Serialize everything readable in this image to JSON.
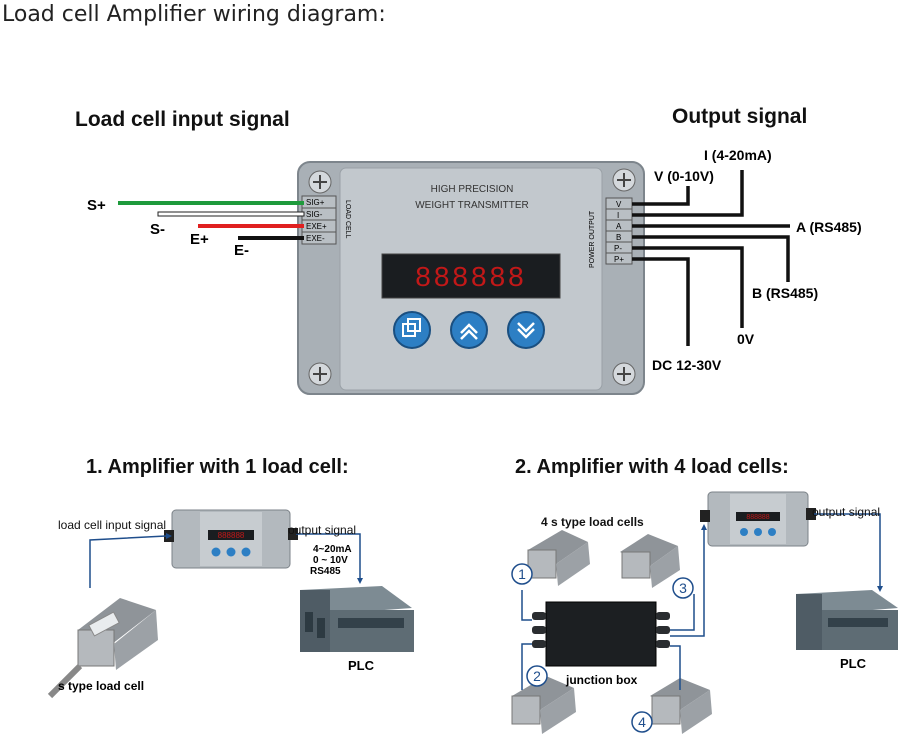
{
  "title": "Load cell Amplifier wiring diagram:",
  "top": {
    "input_heading": "Load cell input signal",
    "output_heading": "Output signal",
    "input_wires": [
      {
        "label": "S+",
        "color": "#1e9a3c"
      },
      {
        "label": "S-",
        "color": "#ffffff"
      },
      {
        "label": "E+",
        "color": "#e02020"
      },
      {
        "label": "E-",
        "color": "#111111"
      }
    ],
    "output_labels": {
      "i": "I (4-20mA)",
      "v": "V (0-10V)",
      "a": "A (RS485)",
      "b": "B (RS485)",
      "zero": "0V",
      "dc": "DC 12-30V"
    },
    "device": {
      "line1": "HIGH PRECISION",
      "line2": "WEIGHT TRANSMITTER",
      "display": "888888",
      "left_terminals": [
        "SIG+",
        "SIG-",
        "EXE+",
        "EXE-"
      ],
      "left_group": "LOAD CELL",
      "right_terminals": [
        "V",
        "I",
        "A",
        "B",
        "P-",
        "P+"
      ],
      "right_group": "POWER OUTPUT"
    },
    "colors": {
      "housing": "#a9b0b6",
      "panel": "#c2c8cd",
      "button": "#2d7fc4",
      "display": "#c21818"
    }
  },
  "section1": {
    "heading": "1.  Amplifier with 1 load cell:",
    "input_label": "load cell input signal",
    "output_label": "output signal",
    "signals": [
      "4~20mA",
      "0 ~ 10V",
      "RS485"
    ],
    "plc": "PLC",
    "loadcell": "s type load cell"
  },
  "section2": {
    "heading": "2. Amplifier  with 4 load cells:",
    "cells_label": "4 s type load cells",
    "output_label": "output signal",
    "junction": "junction box",
    "plc": "PLC",
    "numbers": [
      "1",
      "2",
      "3",
      "4"
    ]
  }
}
